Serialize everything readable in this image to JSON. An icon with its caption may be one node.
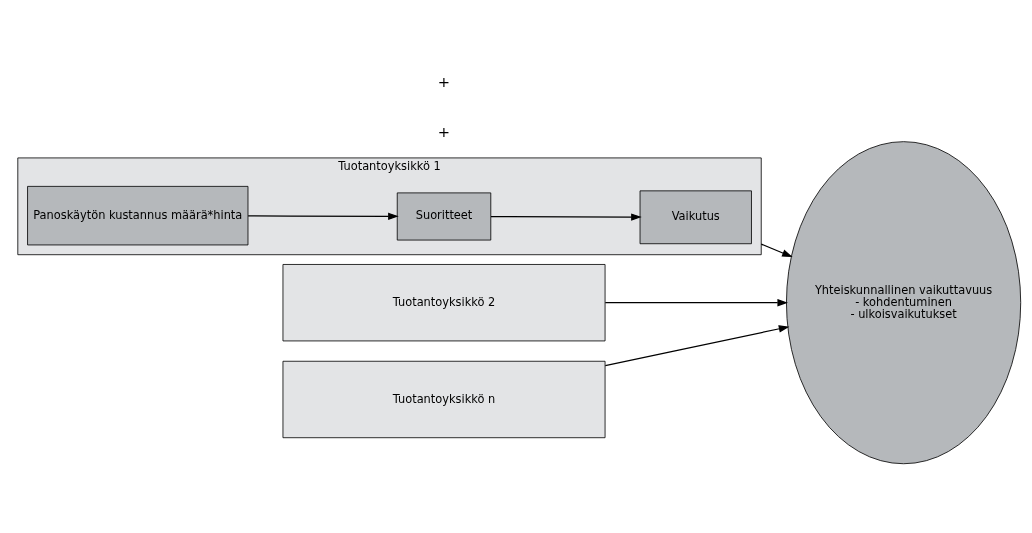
{
  "diagram": {
    "nodes": [
      {
        "text": [
          "Tuotantoyksikkö 1"
        ]
      },
      {
        "text": [
          "Panoskäytön kustannus määrä*hinta"
        ],
        "in": 0
      },
      {
        "text": [
          "Suoritteet"
        ],
        "in": 0
      },
      {
        "text": [
          "Vaikutus"
        ],
        "in": 0
      },
      {
        "text": [
          "Tuotantoyksikkö 2"
        ]
      },
      {
        "text": [
          "Tuotantoyksikkö n"
        ]
      },
      {
        "text": [
          "Yhteiskunnallinen vaikuttavuus",
          "- kohdentuminen",
          "- ulkoisvaikutukset"
        ]
      }
    ],
    "edges": [
      {
        "from": 1,
        "to": 2,
        "arrow": "to"
      },
      {
        "from": 2,
        "to": 3,
        "arrow": "to"
      },
      {
        "from": 0,
        "to": 6,
        "arrow": "to"
      },
      {
        "from": 4,
        "to": 6,
        "arrow": "to"
      },
      {
        "from": 5,
        "to": 6,
        "arrow": "to"
      }
    ],
    "labels": [
      "+",
      "+"
    ]
  }
}
